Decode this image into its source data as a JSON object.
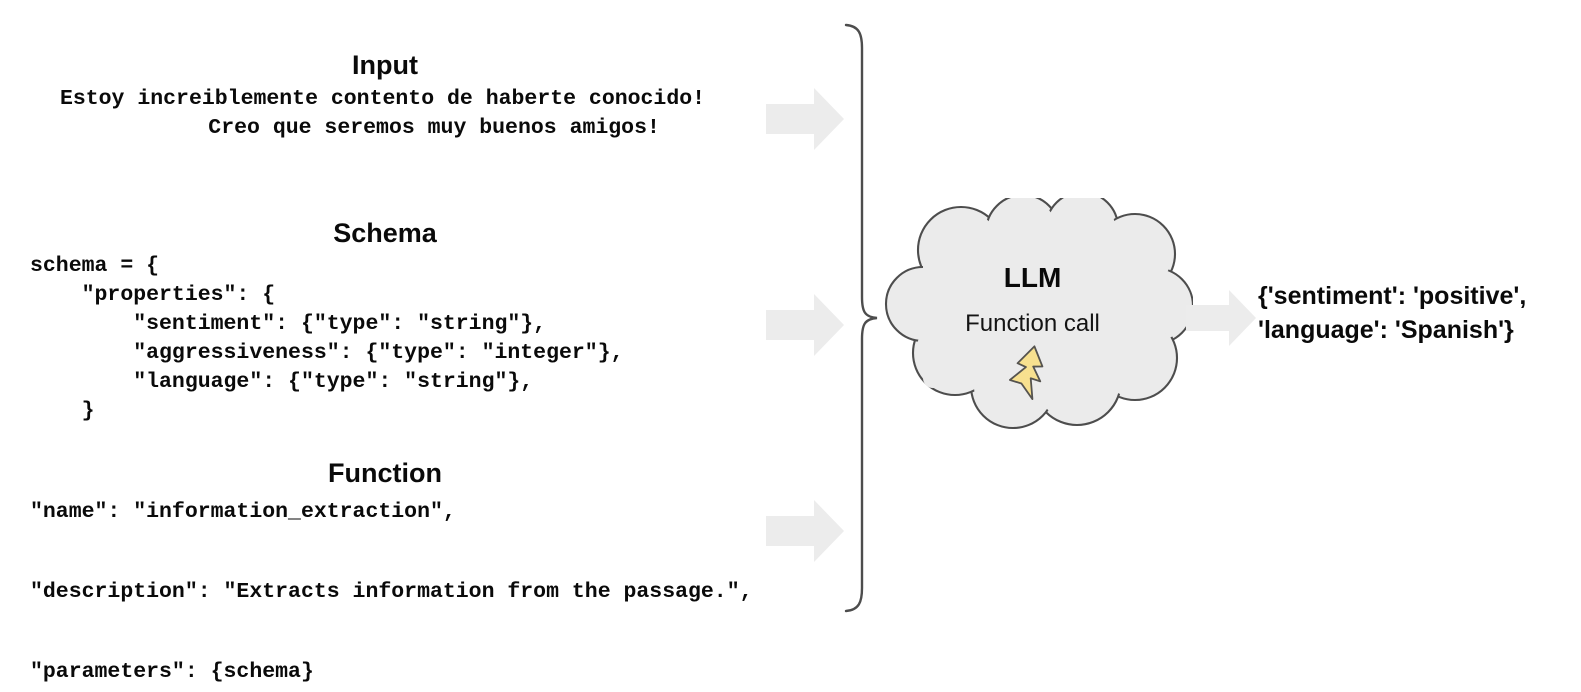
{
  "colors": {
    "background": "#ffffff",
    "text": "#0a0a0a",
    "arrow_fill": "#ececec",
    "cloud_fill": "#ebebeb",
    "cloud_stroke": "#4d4d4d",
    "brace_stroke": "#4d4d4d",
    "bolt_fill": "#f7e08f",
    "bolt_stroke": "#55534f"
  },
  "input": {
    "heading": "Input",
    "text": "Estoy increiblemente contento de haberte conocido!\n        Creo que seremos muy buenos amigos!",
    "line1": "Estoy increiblemente contento de haberte conocido!",
    "line2": "Creo que seremos muy buenos amigos!"
  },
  "schema": {
    "heading": "Schema",
    "code": "schema = {\n    \"properties\": {\n        \"sentiment\": {\"type\": \"string\"},\n        \"aggressiveness\": {\"type\": \"integer\"},\n        \"language\": {\"type\": \"string\"},\n    }",
    "lines": [
      "schema = {",
      "    \"properties\": {",
      "        \"sentiment\": {\"type\": \"string\"},",
      "        \"aggressiveness\": {\"type\": \"integer\"},",
      "        \"language\": {\"type\": \"string\"},",
      "    }"
    ]
  },
  "function": {
    "heading": "Function",
    "code": "\"name\": \"information_extraction\",\n\n\"description\": \"Extracts information from the passage.\",\n\n\"parameters\": {schema}",
    "lines": [
      "\"name\": \"information_extraction\",",
      "\"description\": \"Extracts information from the passage.\",",
      "\"parameters\": {schema}"
    ]
  },
  "model": {
    "title": "LLM",
    "subtitle": "Function call",
    "bolt_icon": "lightning-bolt-icon"
  },
  "output": {
    "text": "{'sentiment': 'positive',\n'language': 'Spanish'}",
    "line1": "{'sentiment': 'positive',",
    "line2": "'language': 'Spanish'}"
  },
  "arrows": {
    "input_arrow": "arrow-right-icon",
    "schema_arrow": "arrow-right-icon",
    "function_arrow": "arrow-right-icon",
    "output_arrow": "arrow-right-icon",
    "grouping_brace": "curly-brace-right-icon"
  }
}
